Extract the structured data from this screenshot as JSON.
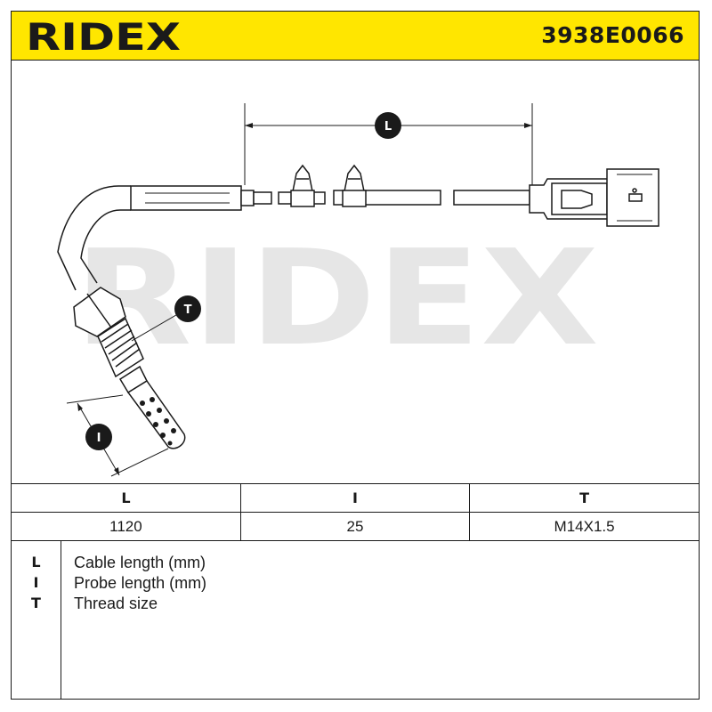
{
  "brand": {
    "logo_text": "RIDEX",
    "watermark_text": "RIDEX"
  },
  "header": {
    "part_number": "3938E0066"
  },
  "drawing": {
    "dimension_labels": {
      "cable_length": "L",
      "thread": "T",
      "probe_length": "I"
    }
  },
  "table": {
    "headers": [
      "L",
      "I",
      "T"
    ],
    "values": [
      "1120",
      "25",
      "M14X1.5"
    ]
  },
  "legend": {
    "items": [
      {
        "key": "L",
        "text": "Cable length (mm)"
      },
      {
        "key": "I",
        "text": "Probe length (mm)"
      },
      {
        "key": "T",
        "text": "Thread size"
      }
    ]
  },
  "colors": {
    "accent": "#ffe600",
    "ink": "#1a1a1a",
    "watermark": "#e6e6e6"
  }
}
